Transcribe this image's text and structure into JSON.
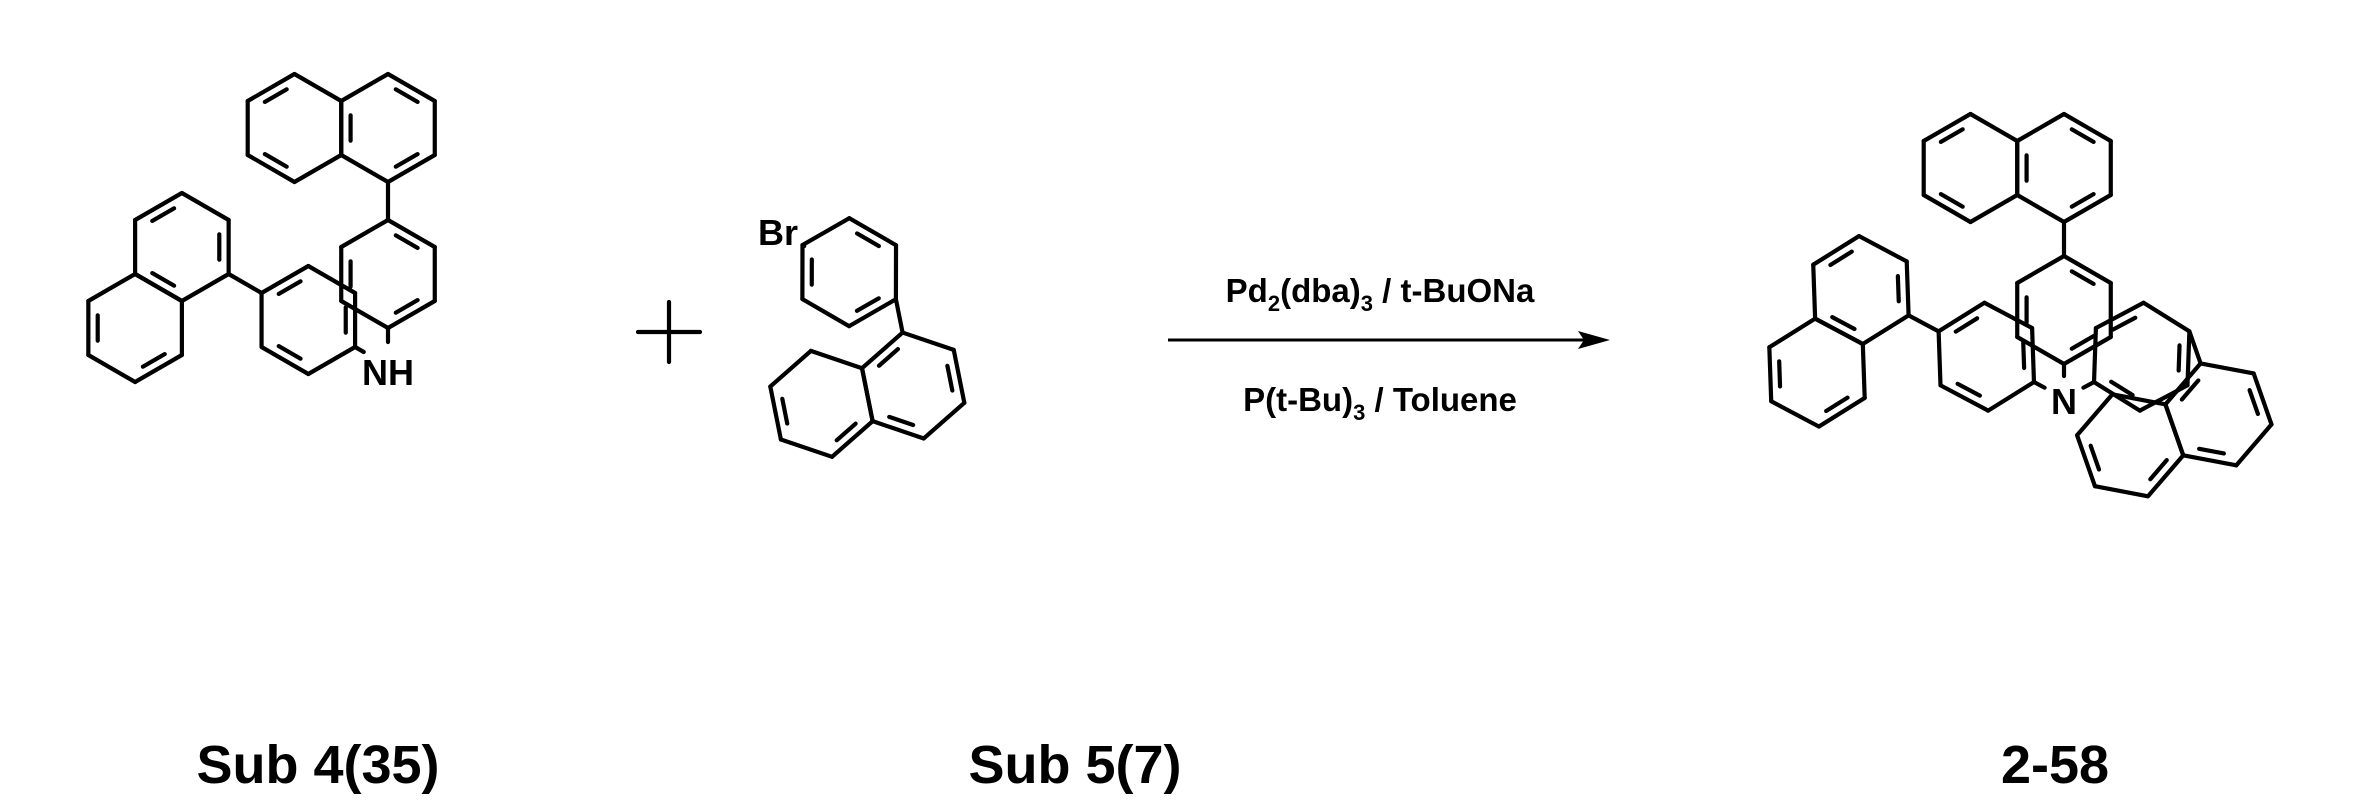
{
  "scheme": {
    "reactant1": {
      "label": "Sub 4(35)",
      "atoms": {
        "amine": "NH"
      }
    },
    "plus": "+",
    "reactant2": {
      "label": "Sub 5(7)",
      "atoms": {
        "halogen": "Br"
      }
    },
    "conditions": {
      "line1": {
        "a": "Pd",
        "a_sub": "2",
        "b": "(dba)",
        "b_sub": "3",
        "c": " / t-BuONa"
      },
      "line2": {
        "a": "P(t-Bu)",
        "a_sub": "3",
        "b": " / Toluene"
      }
    },
    "product": {
      "label": "2-58",
      "atoms": {
        "nitrogen": "N"
      }
    }
  }
}
